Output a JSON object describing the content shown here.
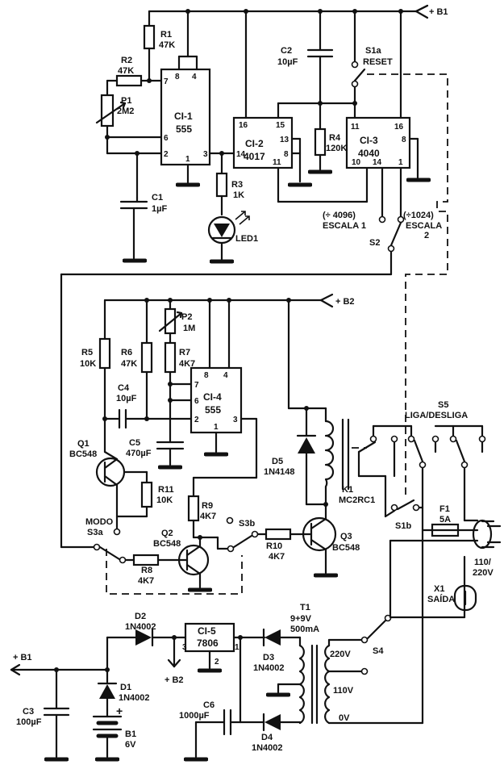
{
  "supplies": {
    "b1": "+ B1",
    "b2": "+ B2",
    "b1_out": "+ B1",
    "b2_out": "+ B2"
  },
  "ic1": {
    "name": "CI-1",
    "part": "555"
  },
  "ic2": {
    "name": "CI-2",
    "part": "4017"
  },
  "ic3": {
    "name": "CI-3",
    "part": "4040"
  },
  "ic4": {
    "name": "CI-4",
    "part": "555"
  },
  "ic5": {
    "name": "CI-5",
    "part": "7806"
  },
  "r1": {
    "name": "R1",
    "value": "47K"
  },
  "r2": {
    "name": "R2",
    "value": "47K"
  },
  "p1": {
    "name": "P1",
    "value": "2M2"
  },
  "c1": {
    "name": "C1",
    "value": "1µF"
  },
  "c2": {
    "name": "C2",
    "value": "10µF"
  },
  "r4": {
    "name": "R4",
    "value": "120K"
  },
  "r3": {
    "name": "R3",
    "value": "1K"
  },
  "led1": {
    "name": "LED1"
  },
  "s1a": {
    "name": "S1a",
    "label": "RESET"
  },
  "scale": {
    "div1": "(÷ 4096)",
    "name1": "ESCALA 1",
    "div2": "(÷1024)",
    "name2": "ESCALA",
    "num2": "2",
    "s2": "S2"
  },
  "r5": {
    "name": "R5",
    "value": "10K"
  },
  "r6": {
    "name": "R6",
    "value": "47K"
  },
  "p2": {
    "name": "P2",
    "value": "1M"
  },
  "r7": {
    "name": "R7",
    "value": "4K7"
  },
  "c4": {
    "name": "C4",
    "value": "10µF"
  },
  "c5": {
    "name": "C5",
    "value": "470µF"
  },
  "q1": {
    "name": "Q1",
    "part": "BC548"
  },
  "r11": {
    "name": "R11",
    "value": "10K"
  },
  "modo": {
    "label": "MODO",
    "switch": "S3a"
  },
  "q2": {
    "name": "Q2",
    "part": "BC548"
  },
  "r8": {
    "name": "R8",
    "value": "4K7"
  },
  "r9": {
    "name": "R9",
    "value": "4K7"
  },
  "s3b": {
    "name": "S3b"
  },
  "r10": {
    "name": "R10",
    "value": "4K7"
  },
  "q3": {
    "name": "Q3",
    "part": "BC548"
  },
  "d5": {
    "name": "D5",
    "part": "1N4148"
  },
  "k1": {
    "name": "K1",
    "part": "MC2RC1"
  },
  "s5": {
    "name": "S5",
    "label": "LIGA/DESLIGA"
  },
  "s1b": {
    "name": "S1b"
  },
  "f1": {
    "name": "F1",
    "value": "5A"
  },
  "mains": {
    "label": "110/",
    "label2": "220V"
  },
  "x1": {
    "name": "X1",
    "label": "SAÍDA"
  },
  "d2": {
    "name": "D2",
    "part": "1N4002"
  },
  "d1": {
    "name": "D1",
    "part": "1N4002"
  },
  "c3": {
    "name": "C3",
    "value": "100µF"
  },
  "b1bat": {
    "name": "B1",
    "value": "6V"
  },
  "c6": {
    "name": "C6",
    "value": "1000µF"
  },
  "d3": {
    "name": "D3",
    "part": "1N4002"
  },
  "d4": {
    "name": "D4",
    "part": "1N4002"
  },
  "t1": {
    "name": "T1",
    "value": "9+9V",
    "current": "500mA"
  },
  "taps": {
    "v220": "220V",
    "v110": "110V",
    "v0": "0V"
  },
  "s4": {
    "name": "S4"
  },
  "pins": {
    "ic1": [
      "8",
      "4",
      "7",
      "6",
      "2",
      "3",
      "1"
    ],
    "ic2": [
      "16",
      "15",
      "13",
      "8",
      "14",
      "11"
    ],
    "ic3": [
      "11",
      "16",
      "8",
      "10",
      "14",
      "1"
    ],
    "ic4": [
      "8",
      "4",
      "7",
      "6",
      "2",
      "3",
      "1"
    ],
    "ic5": [
      "3",
      "1",
      "2"
    ]
  }
}
